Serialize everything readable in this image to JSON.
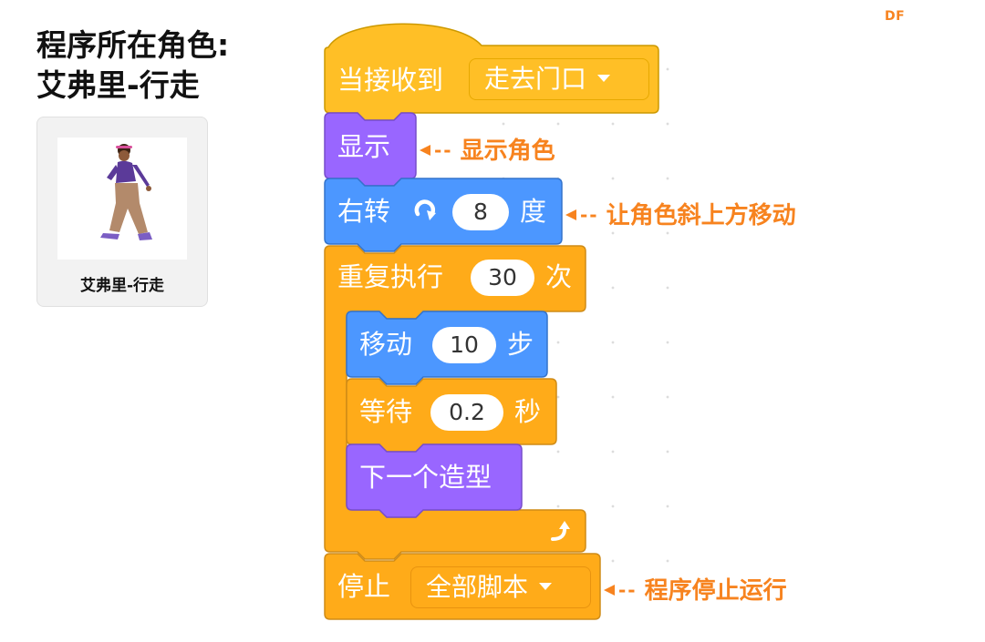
{
  "watermark": "DF",
  "heading": {
    "line1": "程序所在角色:",
    "line2": "艾弗里-行走"
  },
  "sprite": {
    "name": "艾弗里-行走"
  },
  "blocks": {
    "when_receive": {
      "label": "当接收到",
      "message": "走去门口"
    },
    "show": {
      "label": "显示"
    },
    "turn": {
      "label": "右转",
      "value": "8",
      "unit": "度"
    },
    "repeat": {
      "label": "重复执行",
      "value": "30",
      "unit": "次"
    },
    "move": {
      "label": "移动",
      "value": "10",
      "unit": "步"
    },
    "wait": {
      "label": "等待",
      "value": "0.2",
      "unit": "秒"
    },
    "next_costume": {
      "label": "下一个造型"
    },
    "stop": {
      "label": "停止",
      "option": "全部脚本"
    }
  },
  "annotations": {
    "show": "显示角色",
    "turn": "让角色斜上方移动",
    "stop": "程序停止运行"
  },
  "colors": {
    "events": "#ffbf26",
    "looks": "#9966ff",
    "motion": "#4c97ff",
    "control": "#ffab19",
    "annotation": "#f7831f"
  }
}
